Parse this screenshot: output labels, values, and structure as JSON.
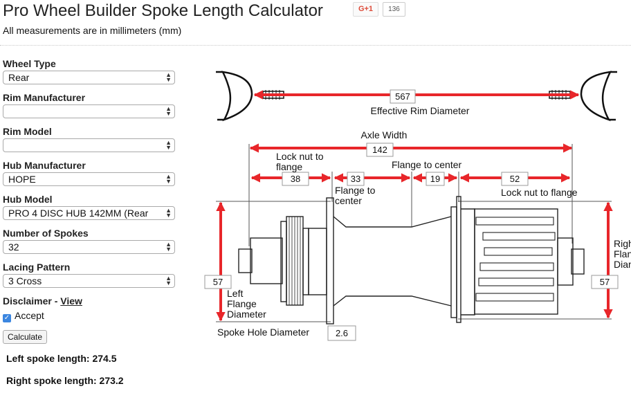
{
  "header": {
    "title": "Pro Wheel Builder Spoke Length Calculator",
    "gplus_label": "G+1",
    "gplus_count": "136",
    "subtitle": "All measurements are in millimeters (mm)"
  },
  "form": {
    "wheel_type": {
      "label": "Wheel Type",
      "value": "Rear"
    },
    "rim_manufacturer": {
      "label": "Rim Manufacturer",
      "value": ""
    },
    "rim_model": {
      "label": "Rim Model",
      "value": ""
    },
    "hub_manufacturer": {
      "label": "Hub Manufacturer",
      "value": "HOPE"
    },
    "hub_model": {
      "label": "Hub Model",
      "value": "PRO 4 DISC HUB 142MM (Rear"
    },
    "number_of_spokes": {
      "label": "Number of Spokes",
      "value": "32"
    },
    "lacing_pattern": {
      "label": "Lacing Pattern",
      "value": "3 Cross"
    },
    "disclaimer_label": "Disclaimer - ",
    "disclaimer_link": "View",
    "accept_label": "Accept",
    "accept_checked": true,
    "calculate_label": "Calculate"
  },
  "results": {
    "left": "Left spoke length: 274.5",
    "right": "Right spoke length: 273.2"
  },
  "diagram": {
    "accent_color": "#e8262a",
    "effective_rim_diameter": {
      "label": "Effective Rim Diameter",
      "value": "567"
    },
    "axle_width": {
      "label": "Axle Width",
      "value": "142"
    },
    "left_locknut": {
      "label_line1": "Lock nut to",
      "label_line2": "flange",
      "value": "38"
    },
    "left_flange_center": {
      "label_line1": "Flange to",
      "label_line2": "center",
      "value": "33"
    },
    "right_flange_center": {
      "label": "Flange to center",
      "value": "19"
    },
    "right_locknut": {
      "label": "Lock nut to flange",
      "value": "52"
    },
    "left_flange_diameter": {
      "label_line1": "Left",
      "label_line2": "Flange",
      "label_line3": "Diameter",
      "value": "57"
    },
    "right_flange_diameter": {
      "label_line1": "Right",
      "label_line2": "Flange",
      "label_line3": "Diameter",
      "value": "57"
    },
    "spoke_hole_diameter": {
      "label": "Spoke Hole Diameter",
      "value": "2.6"
    }
  }
}
